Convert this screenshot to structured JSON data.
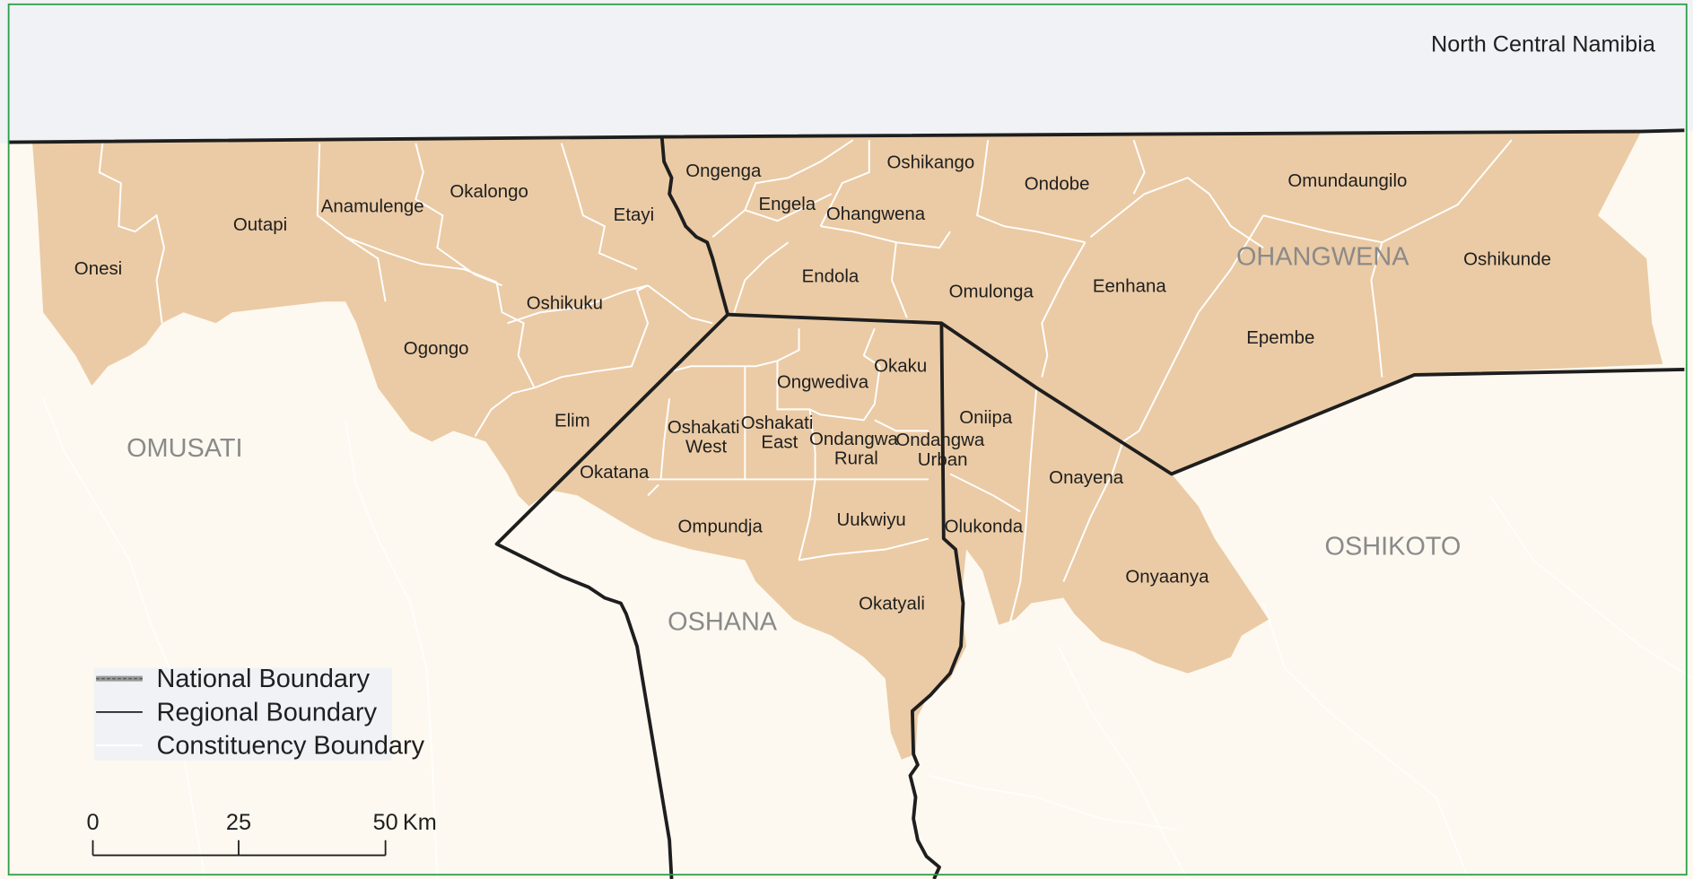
{
  "map": {
    "title": "North Central Namibia",
    "colors": {
      "frame": "#2e9e4a",
      "sky_band": "#f0f2f5",
      "outside": "#fdf9f0",
      "constituency_fill": "#ebcba5",
      "region_boundary": "#1e1e1e",
      "constituency_boundary": "#ffffff",
      "region_label": "#8a8a8a"
    },
    "regions": {
      "omusati": "OMUSATI",
      "oshana": "OSHANA",
      "ohangwena": "OHANGWENA",
      "oshikoto": "OSHIKOTO"
    },
    "constituencies": {
      "onesi": "Onesi",
      "outapi": "Outapi",
      "anamulenge": "Anamulenge",
      "okalongo": "Okalongo",
      "etayi": "Etayi",
      "ongenga": "Ongenga",
      "engela": "Engela",
      "oshikango": "Oshikango",
      "ohangwena": "Ohangwena",
      "ondobe": "Ondobe",
      "omundaungilo": "Omundaungilo",
      "oshikunde": "Oshikunde",
      "endola": "Endola",
      "omulonga": "Omulonga",
      "eenhana": "Eenhana",
      "epembe": "Epembe",
      "oshikuku": "Oshikuku",
      "ogongo": "Ogongo",
      "elim": "Elim",
      "okaku": "Okaku",
      "ongwediva": "Ongwediva",
      "oniipa": "Oniipa",
      "oshakati_west": [
        "Oshakati",
        "West"
      ],
      "oshakati_east": [
        "Oshakati",
        "East"
      ],
      "ondangwa_rural": [
        "Ondangwa",
        "Rural"
      ],
      "ondangwa_urban": [
        "Ondangwa",
        "Urban"
      ],
      "okatana": "Okatana",
      "onayena": "Onayena",
      "ompundja": "Ompundja",
      "uukwiyu": "Uukwiyu",
      "olukonda": "Olukonda",
      "onyaanya": "Onyaanya",
      "okatyali": "Okatyali"
    },
    "legend": {
      "items": [
        "National Boundary",
        "Regional Boundary",
        "Constituency Boundary"
      ]
    },
    "scale_bar": {
      "ticks": [
        "0",
        "25",
        "50"
      ],
      "unit": "Km"
    }
  }
}
